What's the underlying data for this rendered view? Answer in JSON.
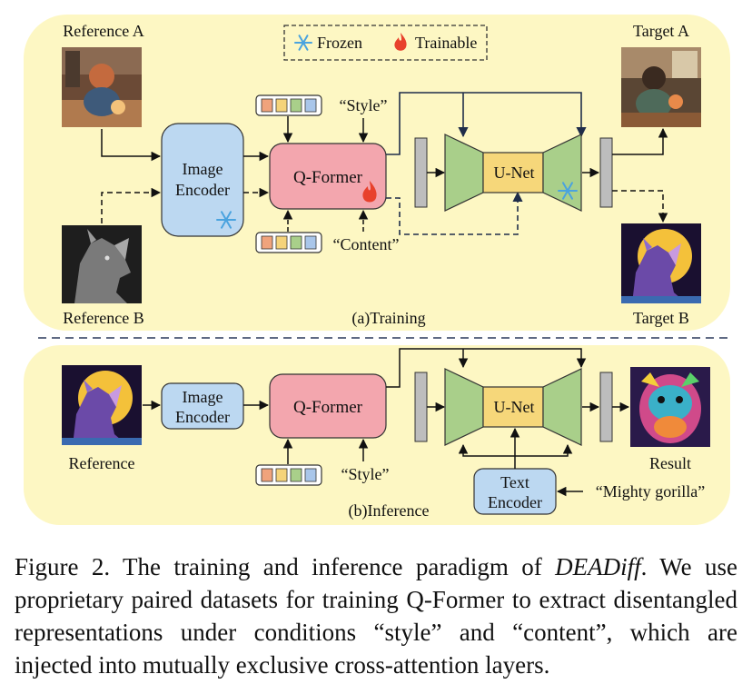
{
  "legend": {
    "frozen": "Frozen",
    "trainable": "Trainable"
  },
  "training": {
    "section_label": "(a)Training",
    "reference_a": "Reference A",
    "reference_b": "Reference B",
    "target_a": "Target A",
    "target_b": "Target B",
    "image_encoder_line1": "Image",
    "image_encoder_line2": "Encoder",
    "qformer": "Q-Former",
    "unet": "U-Net",
    "style_cond": "“Style”",
    "content_cond": "“Content”"
  },
  "inference": {
    "section_label": "(b)Inference",
    "reference": "Reference",
    "result": "Result",
    "image_encoder_line1": "Image",
    "image_encoder_line2": "Encoder",
    "qformer": "Q-Former",
    "unet": "U-Net",
    "style_cond": "“Style”",
    "text_encoder_line1": "Text",
    "text_encoder_line2": "Encoder",
    "prompt": "“Mighty gorilla”"
  },
  "caption": {
    "prefix": "Figure 2. The training and inference paradigm of ",
    "method": "DEADiff",
    "suffix": ". We use proprietary paired datasets for training Q-Former to extract disentangled representations under conditions “style” and “content”, which are injected into mutually exclusive cross-attention layers."
  },
  "colors": {
    "panel_bg": "#fdf7c3",
    "encoder_fill": "#bcd8f1",
    "qformer_fill": "#f3a6ae",
    "unet_green": "#a9cf8a",
    "unet_yellow": "#f6d77a",
    "bar_gray": "#bdbdbd",
    "token_colors": [
      "#f0a37c",
      "#f5d37a",
      "#a9cf8a",
      "#a9c6ea"
    ]
  }
}
